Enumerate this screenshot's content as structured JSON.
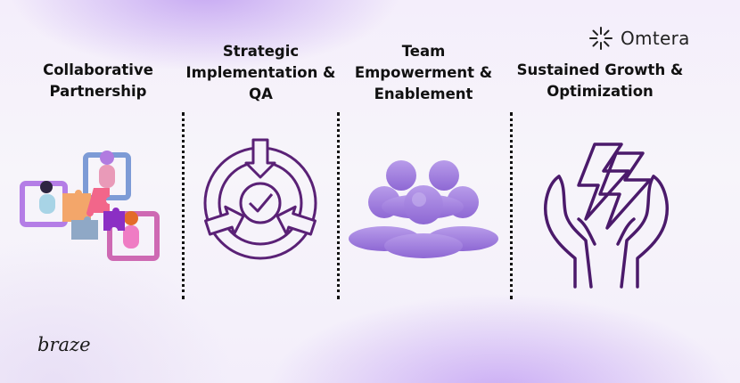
{
  "brand": {
    "partner_name": "Omtera",
    "logo_bottom": "braze",
    "accent_color": "#5a2176",
    "illustration_purple": "#a98be0"
  },
  "steps": [
    {
      "title": "Collaborative Partnership",
      "icon": "team-puzzle-illustration"
    },
    {
      "title": "Strategic Implementation & QA",
      "icon": "cycle-check-icon"
    },
    {
      "title": "Team Empowerment & Enablement",
      "icon": "people-group-icon"
    },
    {
      "title": "Sustained Growth & Optimization",
      "icon": "hands-lightning-icon"
    }
  ]
}
